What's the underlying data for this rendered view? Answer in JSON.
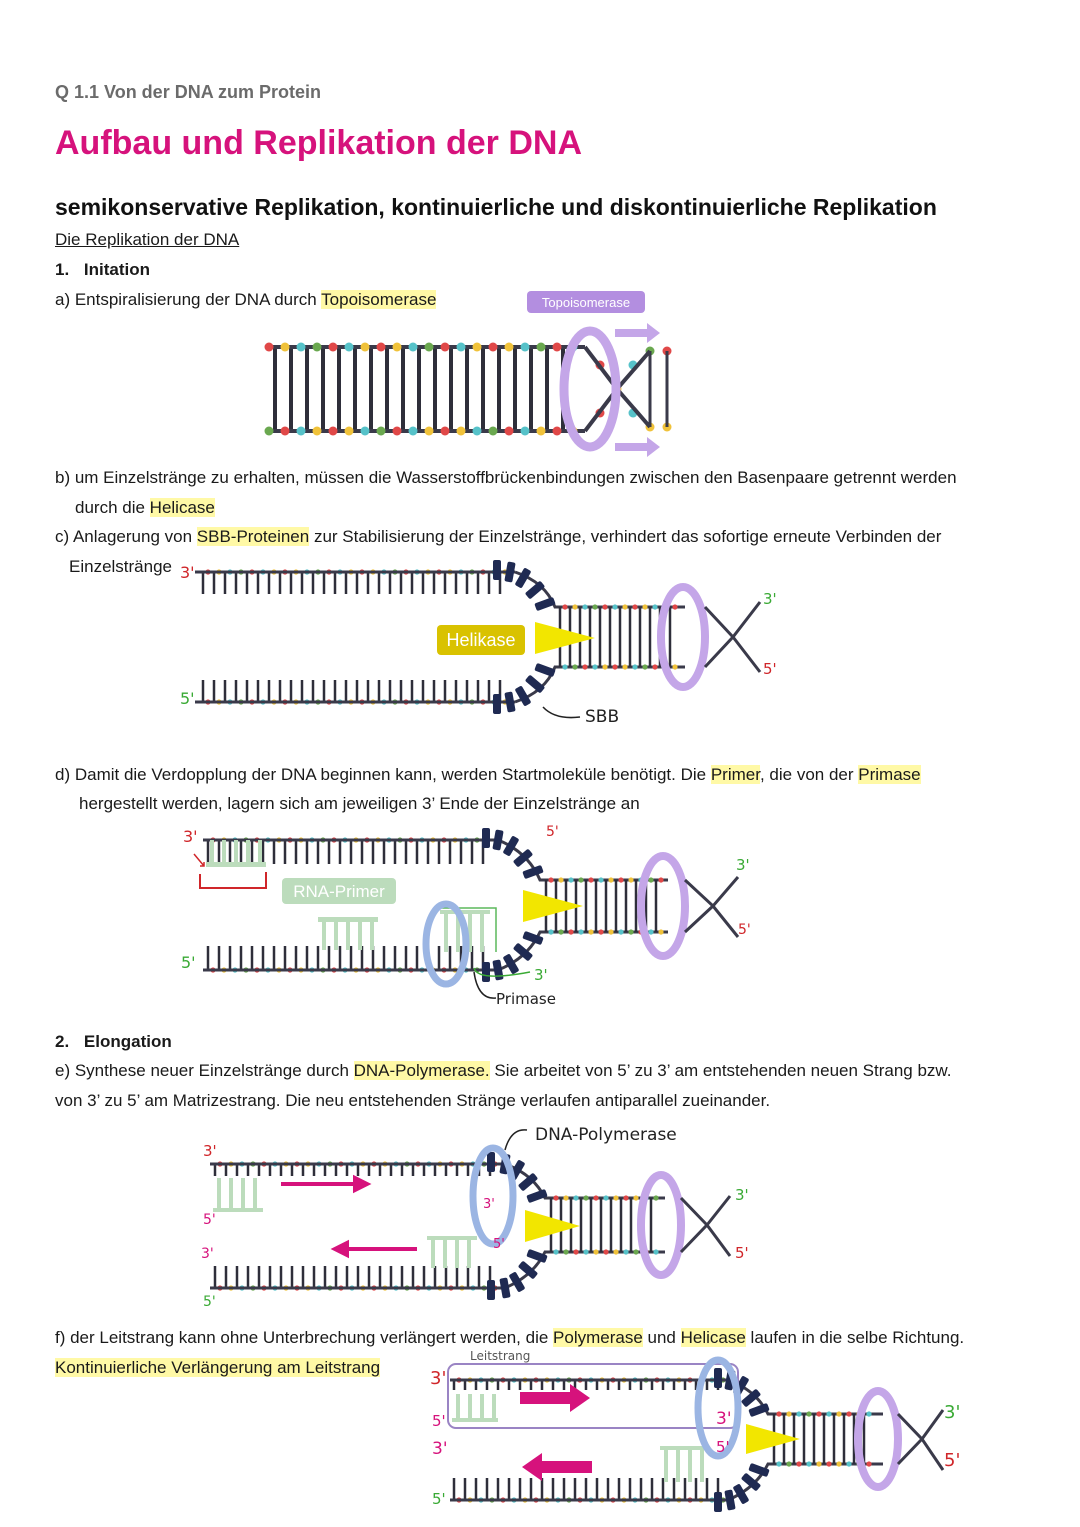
{
  "header": {
    "course": "Q 1.1 Von der DNA zum Protein",
    "title": "Aufbau und Replikation der DNA",
    "subtitle": "semikonservative Replikation, kontinuierliche und diskontinuierliche Replikation",
    "section": "Die Replikation der DNA"
  },
  "initiation": {
    "heading_num": "1.",
    "heading": "Initation",
    "a_text": "a) Entspiralisierung der DNA durch ",
    "a_hl": "Topoisomerase",
    "b_line1": "b) um Einzelstränge zu erhalten, müssen die Wasserstoffbrückenbindungen zwischen den Basenpaare getrennt werden",
    "b_line2_pre": "durch die ",
    "b_line2_hl": "Helicase",
    "c_pre": "c) Anlagerung von ",
    "c_hl": "SBB-Proteinen",
    "c_post": " zur Stabilisierung der Einzelstränge, verhindert das sofortige erneute Verbinden der",
    "c_line2": "Einzelstränge",
    "d_pre": "d) Damit die Verdopplung der DNA beginnen kann, werden Startmoleküle benötigt. Die ",
    "d_hl1": "Primer",
    "d_mid": ", die von der ",
    "d_hl2": "Primase",
    "d_line2": "hergestellt werden, lagern sich am jeweiligen 3’ Ende der Einzelstränge an"
  },
  "elongation": {
    "heading_num": "2.",
    "heading": "Elongation",
    "e_pre": "e) Synthese neuer Einzelstränge durch ",
    "e_hl": "DNA-Polymerase.",
    "e_post": " Sie arbeitet von 5’ zu 3’ am entstehenden neuen Strang bzw.",
    "e_line2": "von 3’ zu 5’ am Matrizestrang. Die neu entstehenden Stränge verlaufen antiparallel zueinander.",
    "f_pre": "f) der Leitstrang kann ohne Unterbrechung verlängert werden, die ",
    "f_hl1": "Polymerase",
    "f_mid": " und ",
    "f_hl2": "Helicase",
    "f_post": " laufen in die selbe Richtung.",
    "f_line2": "Kontinuierliche Verlängerung am Leitstrang"
  },
  "figures": {
    "fig1": {
      "label_topo": "Topoisomerase"
    },
    "fig2": {
      "label_helikase": "Helikase",
      "end_3_left": "3'",
      "end_5_left": "5'",
      "end_3_right": "3'",
      "end_5_right": "5'",
      "annotation_sbb": "SBB"
    },
    "fig3": {
      "label_primer": "RNA-Primer",
      "end_3_left": "3'",
      "end_5_left": "5'",
      "end_5_top": "5'",
      "end_3_bottom": "3'",
      "end_3_right": "3'",
      "end_5_right": "5'",
      "annotation_primase": "Primase"
    },
    "fig4": {
      "annotation_pol": "DNA-Polymerase",
      "l1": "3'",
      "l2": "5'",
      "l3": "3'",
      "l4": "5'",
      "mid3": "3'",
      "mid5": "5'",
      "end_3_right": "3'",
      "end_5_right": "5'"
    },
    "fig5": {
      "annotation_leit": "Leitstrang",
      "l1": "3'",
      "l2": "5'",
      "l3": "3'",
      "l4": "5'",
      "mid3": "3'",
      "mid5": "5'",
      "end_3_right": "3'",
      "end_5_right": "5'"
    }
  },
  "colors": {
    "title": "#d6127c",
    "highlight": "#fff9a6",
    "topoisomerase": "#b38ee0",
    "helicase": "#f2e600",
    "ssb": "#1f2a52",
    "primer": "#bcdcbc",
    "polymerase": "#9bb5e3",
    "arrow": "#d6127c"
  }
}
